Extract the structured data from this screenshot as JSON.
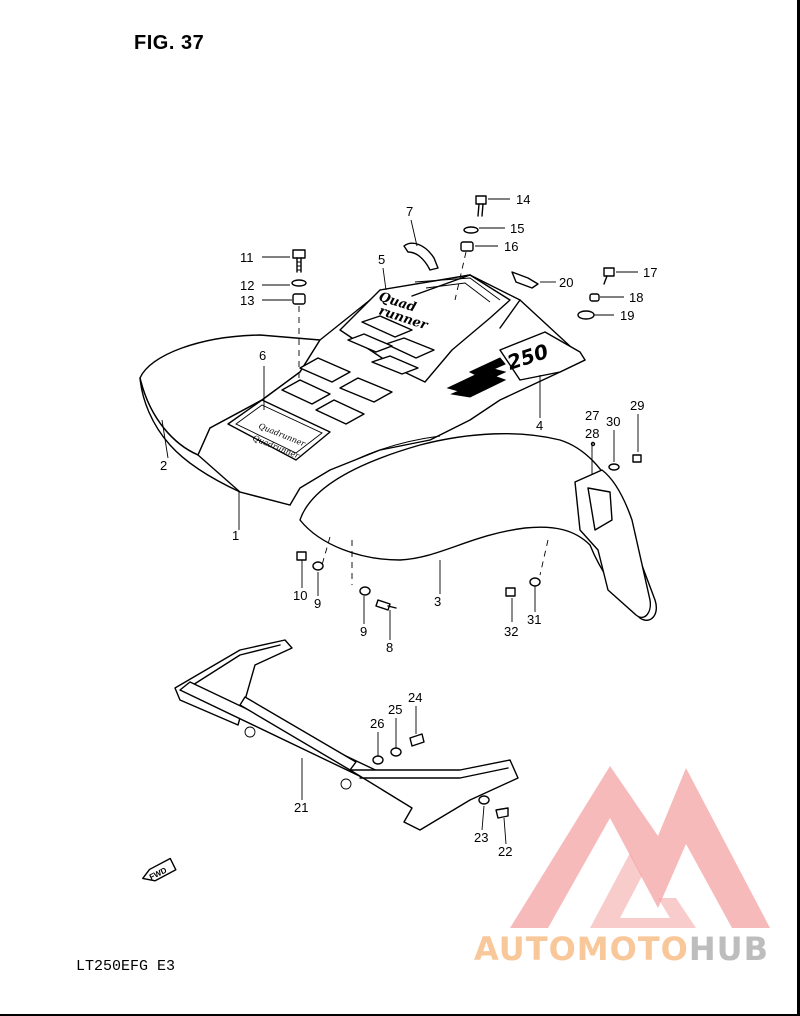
{
  "figure": {
    "title": "FIG. 37",
    "model_code": "LT250EFG  E3"
  },
  "decals": {
    "brand_line1": "Quad",
    "brand_line2": "runner",
    "model_number": "250",
    "panel_line1": "Quadrunner",
    "panel_line2": "Quadrunner"
  },
  "fwd_arrow": {
    "label": "FWD"
  },
  "watermark": {
    "text_part1": "AUTOMOTO",
    "text_part2": "HUB",
    "color_primary": "#f08a8a",
    "color_secondary": "#f9c89a"
  },
  "callouts": [
    {
      "id": "1",
      "label": "1"
    },
    {
      "id": "2",
      "label": "2"
    },
    {
      "id": "3",
      "label": "3"
    },
    {
      "id": "4",
      "label": "4"
    },
    {
      "id": "5",
      "label": "5"
    },
    {
      "id": "6",
      "label": "6"
    },
    {
      "id": "7",
      "label": "7"
    },
    {
      "id": "8",
      "label": "8"
    },
    {
      "id": "9a",
      "label": "9"
    },
    {
      "id": "9b",
      "label": "9"
    },
    {
      "id": "10",
      "label": "10"
    },
    {
      "id": "11",
      "label": "11"
    },
    {
      "id": "12",
      "label": "12"
    },
    {
      "id": "13",
      "label": "13"
    },
    {
      "id": "14",
      "label": "14"
    },
    {
      "id": "15",
      "label": "15"
    },
    {
      "id": "16",
      "label": "16"
    },
    {
      "id": "17",
      "label": "17"
    },
    {
      "id": "18",
      "label": "18"
    },
    {
      "id": "19",
      "label": "19"
    },
    {
      "id": "20",
      "label": "20"
    },
    {
      "id": "21",
      "label": "21"
    },
    {
      "id": "22",
      "label": "22"
    },
    {
      "id": "23",
      "label": "23"
    },
    {
      "id": "24",
      "label": "24"
    },
    {
      "id": "25",
      "label": "25"
    },
    {
      "id": "26",
      "label": "26"
    },
    {
      "id": "27",
      "label": "27"
    },
    {
      "id": "28",
      "label": "28"
    },
    {
      "id": "29",
      "label": "29"
    },
    {
      "id": "30",
      "label": "30"
    },
    {
      "id": "31",
      "label": "31"
    },
    {
      "id": "32",
      "label": "32"
    }
  ]
}
